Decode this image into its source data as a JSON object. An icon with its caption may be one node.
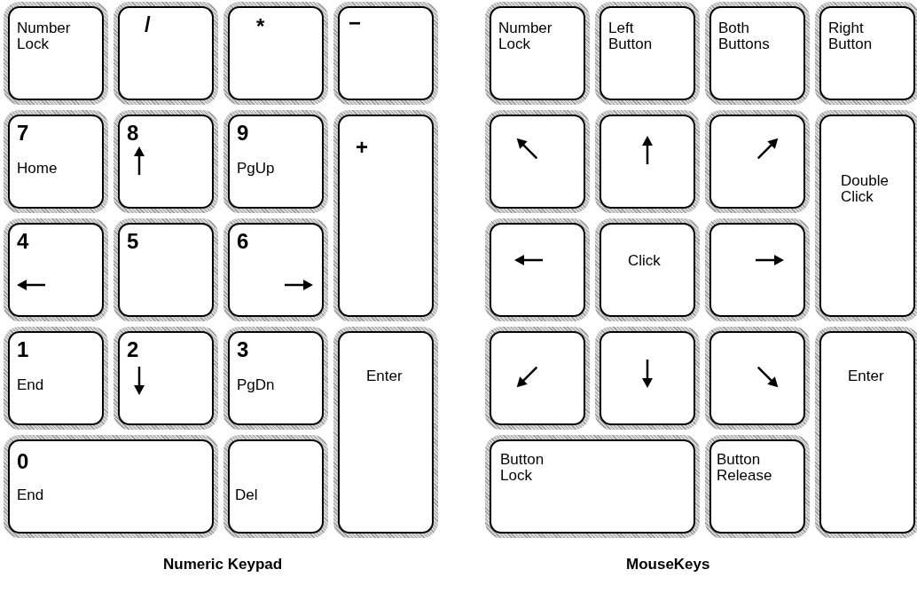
{
  "diagram": {
    "nodes": [
      {
        "text": [
          "Number Lock"
        ]
      },
      {
        "text": [
          "/"
        ]
      },
      {
        "text": [
          "*"
        ]
      },
      {
        "text": [
          "−"
        ]
      },
      {
        "text": [
          "7",
          "Home"
        ]
      },
      {
        "text": [
          "8"
        ]
      },
      {
        "text": [
          "9",
          "PgUp"
        ]
      },
      {
        "text": [
          "+"
        ]
      },
      {
        "text": [
          "4"
        ]
      },
      {
        "text": [
          "5"
        ]
      },
      {
        "text": [
          "6"
        ]
      },
      {
        "text": [
          "1",
          "End"
        ]
      },
      {
        "text": [
          "2"
        ]
      },
      {
        "text": [
          "3",
          "PgDn"
        ]
      },
      {
        "text": [
          "Enter"
        ]
      },
      {
        "text": [
          "0",
          "End"
        ]
      },
      {
        "text": [
          "Del"
        ]
      },
      {
        "text": [
          "Number Lock"
        ]
      },
      {
        "text": [
          "Left Button"
        ]
      },
      {
        "text": [
          "Both Buttons"
        ]
      },
      {
        "text": [
          "Right Button"
        ]
      },
      {
        "text": [],
        "shape": "box"
      },
      {
        "text": [],
        "shape": "box"
      },
      {
        "text": [],
        "shape": "box"
      },
      {
        "text": [
          "Double Click"
        ]
      },
      {
        "text": [],
        "shape": "box"
      },
      {
        "text": [
          "Click"
        ]
      },
      {
        "text": [],
        "shape": "box"
      },
      {
        "text": [],
        "shape": "box"
      },
      {
        "text": [],
        "shape": "box"
      },
      {
        "text": [],
        "shape": "box"
      },
      {
        "text": [
          "Enter"
        ]
      },
      {
        "text": [
          "Button Lock"
        ]
      },
      {
        "text": [
          "Button Release"
        ]
      }
    ],
    "labels": [
      "Numeric Keypad",
      "MouseKeys"
    ]
  }
}
